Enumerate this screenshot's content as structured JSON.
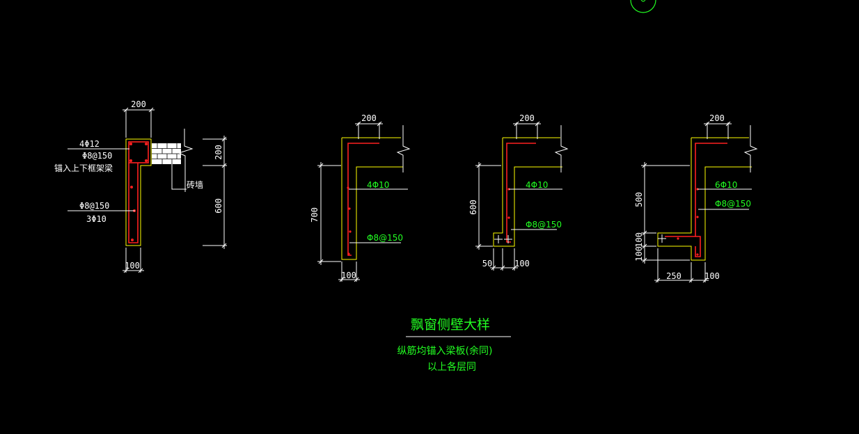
{
  "title": "飘窗侧壁大样",
  "notes": [
    "纵筋均锚入梁板(余同)",
    "以上各层同"
  ],
  "colors": {
    "background": "#000000",
    "wall_outline": "#ffff00",
    "rebar": "#ff2020",
    "dimension": "#ffffff",
    "annotation": "#22ff22"
  },
  "details": [
    {
      "id": "detail-1",
      "dims": {
        "top": "200",
        "bottom": "100",
        "right_upper": "200",
        "right_lower": "600"
      },
      "labels": [
        "4Φ12",
        "Φ8@150",
        "锚入上下框架梁",
        "Φ8@150",
        "3Φ10",
        "砖墙"
      ]
    },
    {
      "id": "detail-2",
      "dims": {
        "top": "200",
        "bottom": "100",
        "left": "700"
      },
      "labels": [
        "4Φ10",
        "Φ8@150"
      ]
    },
    {
      "id": "detail-3",
      "dims": {
        "top": "200",
        "left": "600",
        "bottom_left": "50",
        "bottom_right": "100"
      },
      "labels": [
        "4Φ10",
        "Φ8@150"
      ]
    },
    {
      "id": "detail-4",
      "dims": {
        "top": "200",
        "left_upper": "500",
        "left_mid": "100",
        "left_lower": "100",
        "bottom_left": "250",
        "bottom_right": "100"
      },
      "labels": [
        "6Φ10",
        "Φ8@150"
      ]
    }
  ]
}
